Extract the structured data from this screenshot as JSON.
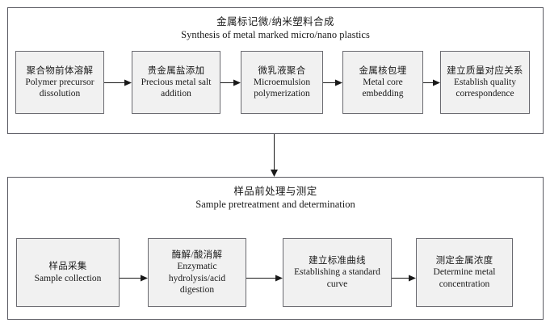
{
  "diagram": {
    "title_zh": "金属标记微/纳米塑料合成",
    "panels": [
      {
        "id": "synthesis",
        "title_zh": "金属标记微/纳米塑料合成",
        "title_en": "Synthesis of metal marked micro/nano plastics",
        "nodes": [
          {
            "zh": "聚合物前体溶解",
            "en": "Polymer precursor dissolution"
          },
          {
            "zh": "贵金属盐添加",
            "en": "Precious metal salt addition"
          },
          {
            "zh": "微乳液聚合",
            "en": "Microemulsion polymerization"
          },
          {
            "zh": "金属核包埋",
            "en": "Metal core embedding"
          },
          {
            "zh": "建立质量对应关系",
            "en": "Establish quality correspondence"
          }
        ]
      },
      {
        "id": "pretreatment",
        "title_zh": "样品前处理与测定",
        "title_en": "Sample pretreatment and determination",
        "nodes": [
          {
            "zh": "样品采集",
            "en": "Sample collection"
          },
          {
            "zh": "酶解/酸消解",
            "en": "Enzymatic hydrolysis/acid digestion"
          },
          {
            "zh": "建立标准曲线",
            "en": "Establishing a standard curve"
          },
          {
            "zh": "测定金属浓度",
            "en": "Determine metal concentration"
          }
        ]
      }
    ],
    "connectors": {
      "horizontal_count": 7,
      "vertical_count": 1,
      "style": "solid-line-with-filled-triangle-head",
      "direction": "left-to-right within panels; top-to-bottom between panels"
    },
    "colors": {
      "node_fill": "#f1f1f1",
      "node_border": "#6a6a70",
      "panel_border": "#5b5b63",
      "background": "#ffffff",
      "text": "#1a1a1a",
      "arrow": "#1a1a1a"
    }
  }
}
